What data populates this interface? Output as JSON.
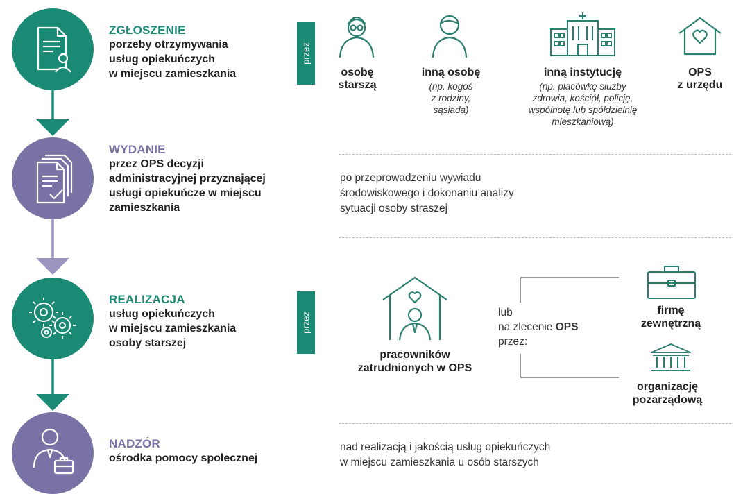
{
  "colors": {
    "green": "#1a8a74",
    "purple": "#7872a5",
    "arrow_purple": "#9a96bf",
    "icon_teal": "#2a7f6f"
  },
  "stages": [
    {
      "title": "ZGŁOSZENIE",
      "desc_lines": [
        "porzeby otrzymywania",
        "usług opiekuńczych",
        "w miejscu zamieszkania"
      ],
      "icon": "document-person-icon",
      "via": "przez"
    },
    {
      "title": "WYDANIE",
      "desc_lines": [
        "przez OPS decyzji",
        "administracyjnej przyznającej",
        "usługi opiekuńcze w miejscu",
        "zamieszkania"
      ],
      "icon": "documents-check-icon"
    },
    {
      "title": "REALIZACJA",
      "desc_lines": [
        "usług opiekuńczych",
        "w miejscu zamieszkania",
        "osoby starszej"
      ],
      "icon": "gears-icon",
      "via": "przez"
    },
    {
      "title": "NADZÓR",
      "desc_lines": [
        "ośrodka pomocy społecznej"
      ],
      "icon": "supervisor-briefcase-icon"
    }
  ],
  "reporters": [
    {
      "name_lines": [
        "osobę",
        "starszą"
      ],
      "note_lines": [],
      "icon": "elderly-person-icon"
    },
    {
      "name_lines": [
        "inną osobę"
      ],
      "note_lines": [
        "(np. kogoś",
        "z rodziny,",
        "sąsiada)"
      ],
      "icon": "person-icon"
    },
    {
      "name_lines": [
        "inną instytucję"
      ],
      "note_lines": [
        "(np. placówkę służby",
        "zdrowia, kościół, policję,",
        "wspólnotę lub spółdzielnię",
        "mieszkaniową)"
      ],
      "icon": "hospital-building-icon"
    },
    {
      "name_lines": [
        "OPS",
        "z urzędu"
      ],
      "note_lines": [],
      "icon": "house-heart-icon"
    }
  ],
  "decision_text_lines": [
    "po przeprowadzeniu wywiadu",
    "środowiskowego i dokonaniu analizy",
    "sytuacji osoby straszej"
  ],
  "realization": {
    "employees_lines": [
      "pracowników",
      "zatrudnionych w OPS"
    ],
    "lub": "lub",
    "na_zlecenie_prefix": "na zlecenie",
    "ops": "OPS",
    "przez": "przez:",
    "external_firm_lines": [
      "firmę",
      "zewnętrzną"
    ],
    "ngo_lines": [
      "organizację",
      "pozarządową"
    ]
  },
  "supervision_text_lines": [
    "nad realizacją i jakością usług opiekuńczych",
    "w miejscu zamieszkania u osób starszych"
  ]
}
